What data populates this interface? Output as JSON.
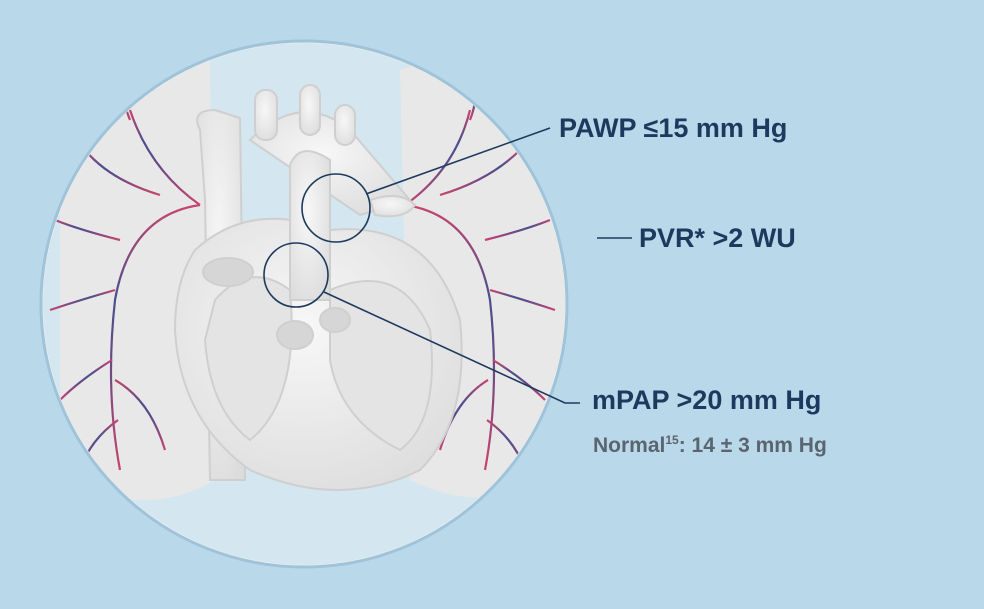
{
  "labels": {
    "pawp": "PAWP ≤15 mm Hg",
    "pvr": "PVR* >2 WU",
    "mpap": "mPAP >20 mm Hg",
    "normal_prefix": "Normal",
    "normal_ref": "15",
    "normal_value": ": 14 ± 3 mm Hg"
  },
  "colors": {
    "background": "#b9d8ea",
    "label_text": "#1d3a5e",
    "sub_text": "#5b6570",
    "vessel_venous": "#4a4f8c",
    "vessel_arterial": "#c8446e"
  }
}
